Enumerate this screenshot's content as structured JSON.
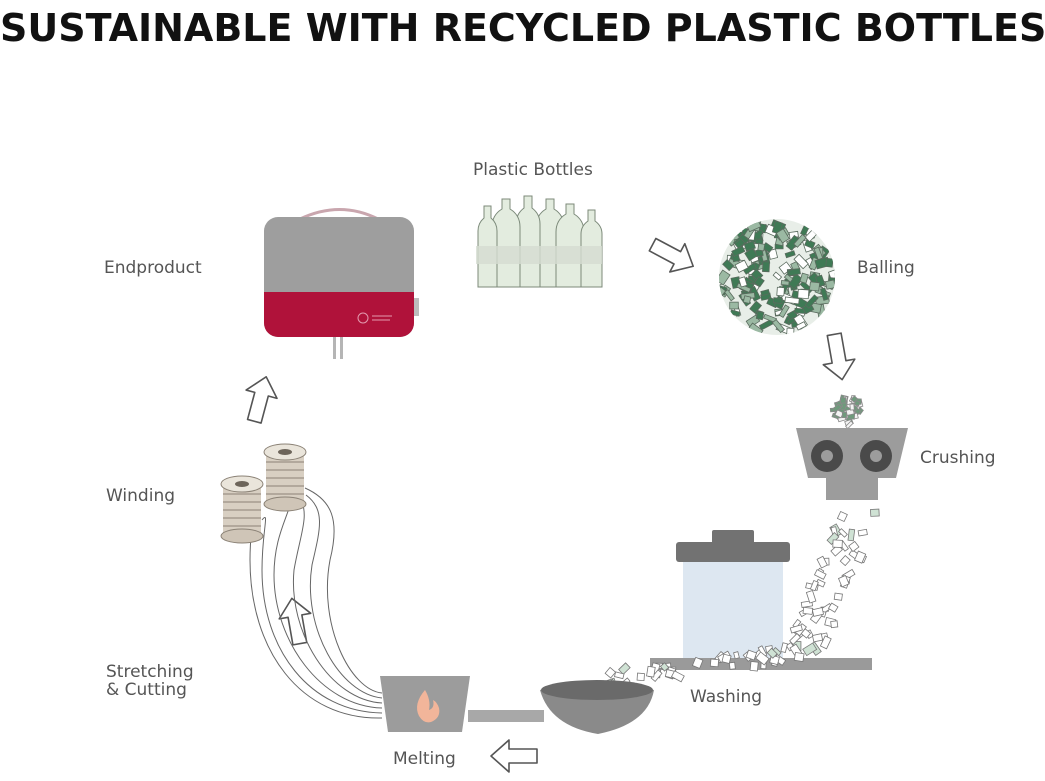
{
  "title": "SUSTAINABLE WITH RECYCLED PLASTIC BOTTLES",
  "steps": {
    "plastic_bottles": "Plastic Bottles",
    "balling": "Balling",
    "crushing": "Crushing",
    "washing": "Washing",
    "melting": "Melting",
    "stretching_line1": "Stretching",
    "stretching_line2": "& Cutting",
    "winding": "Winding",
    "endproduct": "Endproduct"
  },
  "colors": {
    "crimson": "#b0123a",
    "bag_grey": "#9e9e9e",
    "machine_grey": "#9a9a9a",
    "bottle_green": "#dfeadb",
    "flake_green": "#3f7a55"
  }
}
